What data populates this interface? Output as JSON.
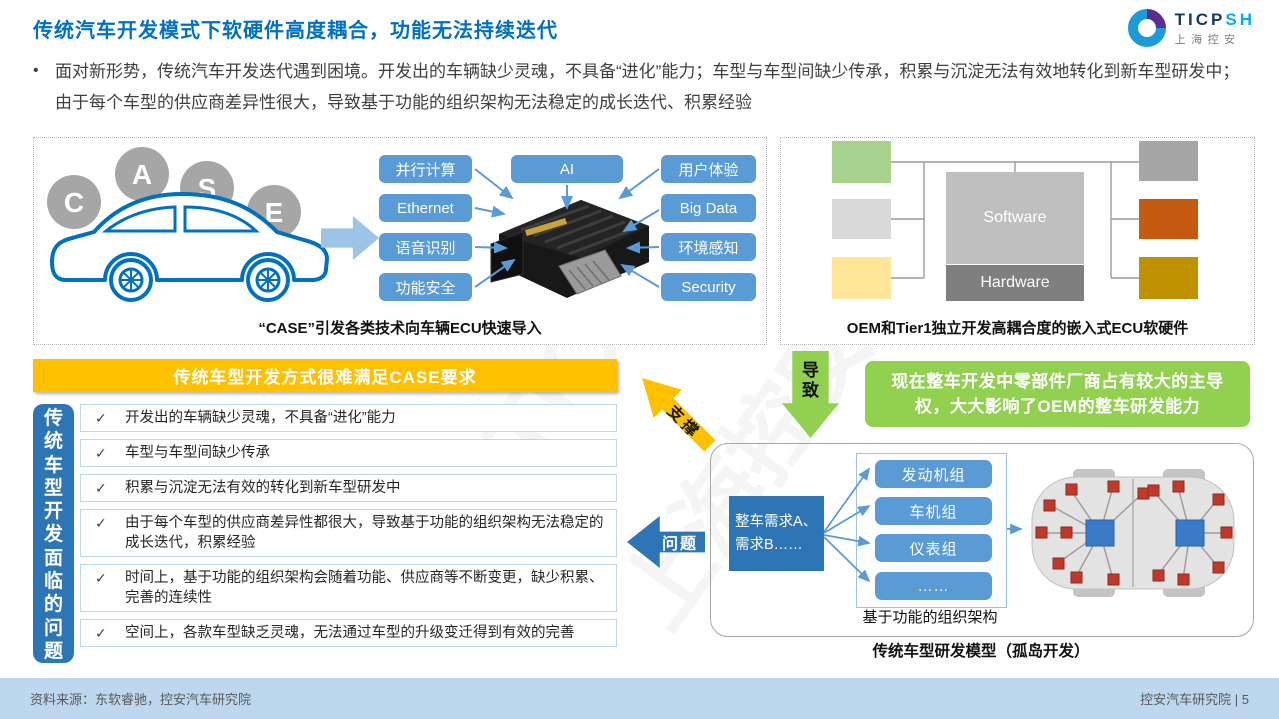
{
  "header": {
    "title": "传统汽车开发模式下软硬件高度耦合，功能无法持续迭代",
    "bullet": "•",
    "intro": "面对新形势，传统汽车开发迭代遇到困境。开发出的车辆缺少灵魂，不具备“进化”能力；车型与车型间缺少传承，积累与沉淀无法有效地转化到新车型研发中；由于每个车型的供应商差异性很大，导致基于功能的组织架构无法稳定的成长迭代、积累经验"
  },
  "logo": {
    "ticp": "TICP",
    "sh": "SH",
    "cn": "上海控安"
  },
  "left_panel": {
    "case_letters": [
      "C",
      "A",
      "S",
      "E"
    ],
    "tech_left": [
      "并行计算",
      "Ethernet",
      "语音识别",
      "功能安全"
    ],
    "tech_center": "AI",
    "tech_right": [
      "用户体验",
      "Big Data",
      "环境感知",
      "Security"
    ],
    "caption": "“CASE”引发各类技术向车辆ECU快速导入"
  },
  "right_panel": {
    "software": "Software",
    "hardware": "Hardware",
    "caption": "OEM和Tier1独立开发高耦合度的嵌入式ECU软硬件"
  },
  "banner": {
    "text": "传统车型开发方式很难满足CASE要求"
  },
  "problems": {
    "tab": "传统车型开发面临的问题",
    "check": "✓",
    "items": [
      "开发出的车辆缺少灵魂，不具备“进化”能力",
      "车型与车型间缺少传承",
      "积累与沉淀无法有效的转化到新车型研发中",
      "由于每个车型的供应商差异性都很大，导致基于功能的组织架构无法稳定的成长迭代，积累经验",
      "时间上，基于功能的组织架构会随着功能、供应商等不断变更，缺少积累、完善的连续性",
      "空间上，各款车型缺乏灵魂，无法通过车型的升级变迁得到有效的完善"
    ]
  },
  "arrows": {
    "support": "支撑",
    "cause": "导致",
    "problem": "问题"
  },
  "green_note": "现在整车开发中零部件厂商占有较大的主导权，大大影响了OEM的整车研发能力",
  "org": {
    "requirement": "整车需求A、需求B……",
    "groups": [
      "发动机组",
      "车机组",
      "仪表组",
      "……"
    ],
    "caption": "基于功能的组织架构",
    "model_caption": "传统车型研发模型（孤岛开发）"
  },
  "footer": {
    "source": "资料来源：东软睿驰，控安汽车研究院",
    "right": "控安汽车研究院 | 5"
  },
  "watermark": {
    "line1": "TICPSH",
    "line2": "上海控安"
  },
  "colors": {
    "title_blue": "#0070C0",
    "box_blue": "#5B9BD5",
    "deep_blue": "#2E75B6",
    "banner_yellow": "#FFC000",
    "green": "#92D050",
    "footer_bg": "#BDD7EE",
    "software_gray": "#BFBFBF",
    "hardware_gray": "#7F7F7F",
    "side_green": "#A9D18E",
    "side_yellow": "#FFE699",
    "side_orange": "#C55A11",
    "side_gold": "#BF9000"
  }
}
